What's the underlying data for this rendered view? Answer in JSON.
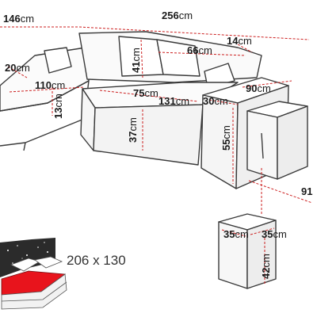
{
  "colors": {
    "outline": "#3a3a3a",
    "measure": "#cc1f1f",
    "bed_fill": "#e8141c",
    "panel_dark": "#2b2b2b",
    "background": "#ffffff"
  },
  "dimensions": {
    "top_left_width": {
      "value": "146",
      "unit": "cm"
    },
    "top_total_width": {
      "value": "256",
      "unit": "cm"
    },
    "back_thickness": {
      "value": "14",
      "unit": "cm"
    },
    "armrest_height": {
      "value": "20",
      "unit": "cm"
    },
    "back_height": {
      "value": "41",
      "unit": "cm"
    },
    "back_depth": {
      "value": "66",
      "unit": "cm"
    },
    "left_depth": {
      "value": "110",
      "unit": "cm"
    },
    "left_seat": {
      "value": "13",
      "unit": "cm"
    },
    "seat_depth": {
      "value": "75",
      "unit": "cm"
    },
    "seat_width": {
      "value": "131",
      "unit": "cm"
    },
    "arm_width": {
      "value": "30",
      "unit": "cm"
    },
    "side_depth": {
      "value": "90",
      "unit": "cm"
    },
    "seat_height": {
      "value": "37",
      "unit": "cm"
    },
    "side_height": {
      "value": "55",
      "unit": "cm"
    },
    "right_depth_partial": {
      "value": "91",
      "unit": ""
    },
    "pouf_width": {
      "value": "35",
      "unit": "cm"
    },
    "pouf_depth": {
      "value": "35",
      "unit": "cm"
    },
    "pouf_height": {
      "value": "42",
      "unit": "cm"
    }
  },
  "bed_size": "206 x 130"
}
